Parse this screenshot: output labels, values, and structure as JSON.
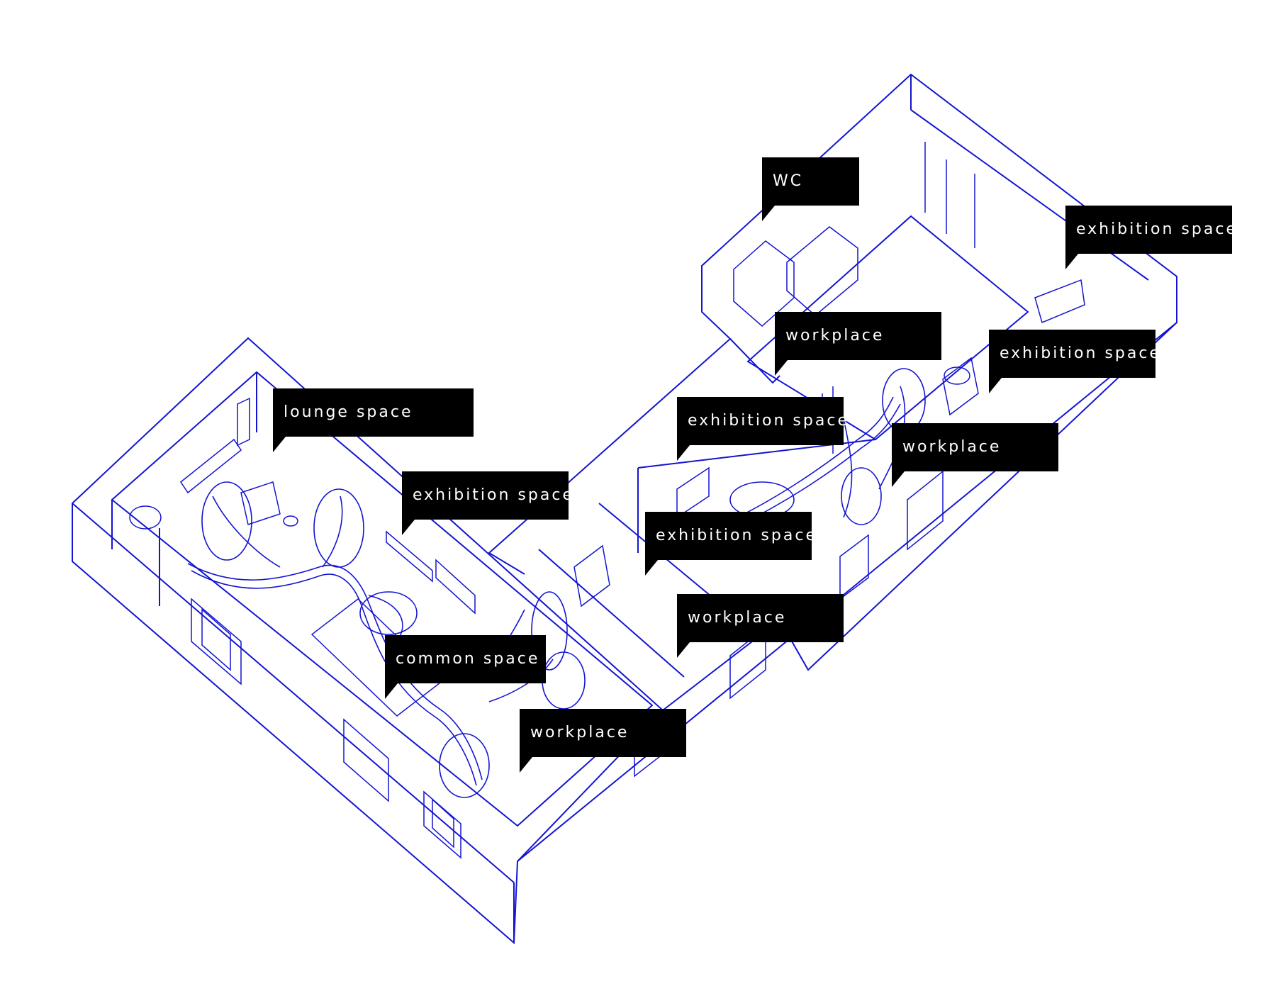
{
  "colors": {
    "line": "#1414d2",
    "label_bg": "#000000",
    "label_text": "#ffffff"
  },
  "labels": {
    "wc": "WC",
    "exhibition_top_right": "exhibition space",
    "workplace_upper": "workplace",
    "exhibition_right": "exhibition space",
    "exhibition_mid": "exhibition space",
    "workplace_right": "workplace",
    "lounge": "lounge space",
    "exhibition_left": "exhibition space",
    "exhibition_center": "exhibition space",
    "workplace_center": "workplace",
    "common": "common space",
    "workplace_bottom": "workplace"
  }
}
